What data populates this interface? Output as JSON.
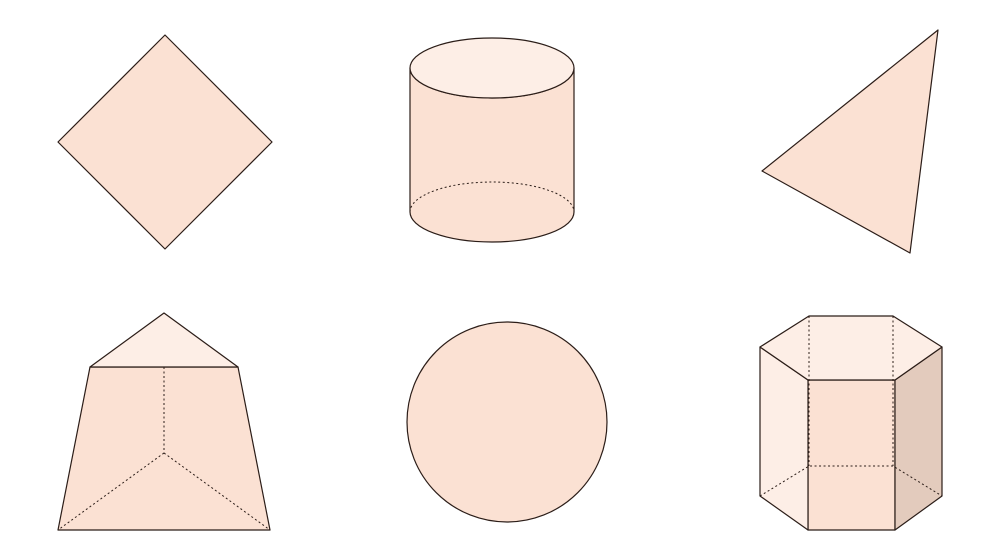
{
  "colors": {
    "fill": "#fbe1d3",
    "fill_light": "#fdeee6",
    "fill_dark": "#e3cbbd",
    "stroke": "#2b1d18",
    "background": "#ffffff"
  },
  "shapes": [
    {
      "id": "square",
      "kind": "rotated-square"
    },
    {
      "id": "cylinder",
      "kind": "cylinder"
    },
    {
      "id": "triangle",
      "kind": "triangle"
    },
    {
      "id": "frustum",
      "kind": "triangular-frustum"
    },
    {
      "id": "circle",
      "kind": "circle"
    },
    {
      "id": "hexagonal-prism",
      "kind": "hexagonal-prism"
    }
  ]
}
